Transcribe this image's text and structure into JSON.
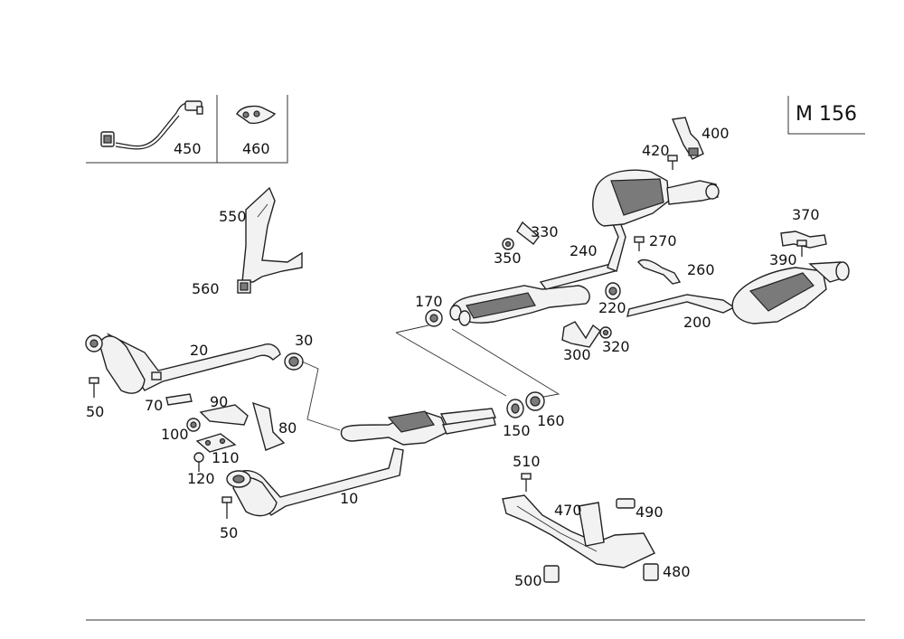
{
  "diagram": {
    "model_code": "M 156",
    "labels": {
      "p10": "10",
      "p20": "20",
      "p30": "30",
      "p50a": "50",
      "p50b": "50",
      "p70": "70",
      "p80": "80",
      "p90": "90",
      "p100": "100",
      "p110": "110",
      "p120": "120",
      "p150": "150",
      "p160": "160",
      "p170": "170",
      "p200": "200",
      "p220": "220",
      "p240": "240",
      "p260": "260",
      "p270": "270",
      "p300": "300",
      "p320": "320",
      "p330": "330",
      "p350": "350",
      "p370": "370",
      "p390": "390",
      "p400": "400",
      "p420": "420",
      "p450": "450",
      "p460": "460",
      "p470": "470",
      "p480": "480",
      "p490": "490",
      "p500": "500",
      "p510": "510",
      "p550": "550",
      "p560": "560"
    }
  }
}
